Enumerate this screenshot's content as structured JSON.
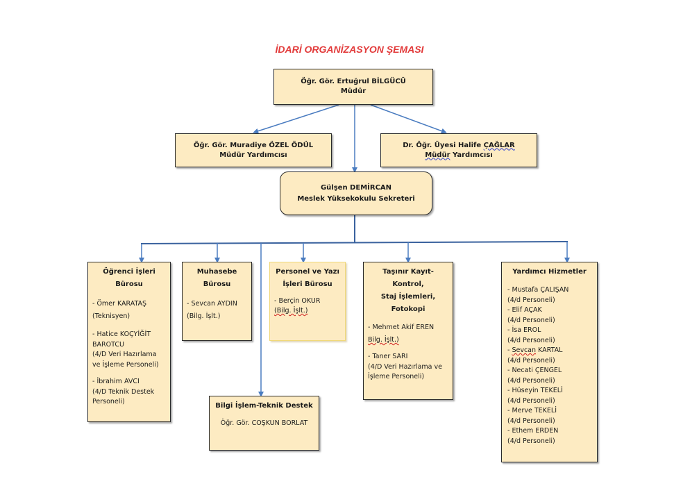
{
  "title": "İDARİ ORGANİZASYON ŞEMASI",
  "colors": {
    "title": "#e23a3a",
    "box_fill": "#fdebc2",
    "connector": "#4a7cc0"
  },
  "director": {
    "name": "Öğr. Gör. Ertuğrul BİLGÜCÜ",
    "role": "Müdür"
  },
  "deputies": [
    {
      "name": "Öğr. Gör. Muradiye ÖZEL ÖDÜL",
      "role": "Müdür Yardımcısı"
    },
    {
      "name_prefix": "Dr. Öğr. Üyesi Halife ",
      "name_surname": "ÇAĞLAR",
      "role_first": "Müdür",
      "role_rest": " Yardımcısı"
    }
  ],
  "secretary": {
    "name": "Gülşen DEMİRCAN",
    "role": "Meslek Yüksekokulu Sekreteri"
  },
  "departments": [
    {
      "title_line1": "Öğrenci İşleri",
      "title_line2": "Bürosu",
      "staff": [
        {
          "name": "- Ömer KARATAŞ",
          "detail": "(Teknisyen)"
        },
        {
          "name": "- Hatice KOÇYİĞİT BAROTCU",
          "detail": "(4/D Veri Hazırlama ve İşleme Personeli)"
        },
        {
          "name": "- İbrahim AVCI",
          "detail": "(4/D Teknik Destek Personeli)"
        }
      ]
    },
    {
      "title_line1": "Muhasebe",
      "title_line2": "Bürosu",
      "staff": [
        {
          "name": "- Sevcan AYDIN",
          "detail": "(Bilg. İşlt.)"
        }
      ]
    },
    {
      "title_line1": "Personel ve Yazı",
      "title_line2": "İşleri Bürosu",
      "staff": [
        {
          "name": "- Berçin OKUR",
          "detail": "(Bilg. İşlt.)"
        }
      ]
    },
    {
      "title_line1": "Taşınır Kayıt-Kontrol,",
      "title_line2": "Staj İşlemleri,",
      "title_line3": "Fotokopi",
      "staff": [
        {
          "name": "- Mehmet Akif EREN",
          "detail": "Bilg. İşlt.)"
        },
        {
          "name": "- Taner SARI",
          "detail": "(4/D Veri Hazırlama ve İşleme Personeli)"
        }
      ]
    },
    {
      "title_line1": "Yardımcı Hizmetler",
      "staff": [
        {
          "name": "- Mustafa ÇALIŞAN",
          "detail": "(4/d Personeli)"
        },
        {
          "name": "- Elif AÇAK",
          "detail": "(4/d Personeli)"
        },
        {
          "name": "- İsa EROL",
          "detail": "(4/d Personeli)"
        },
        {
          "name_prefix": "- ",
          "name_first": "Sevcan",
          "name_rest": " KARTAL",
          "detail": "(4/d Personeli)"
        },
        {
          "name": "- Necati ÇENGEL",
          "detail": "(4/d Personeli)"
        },
        {
          "name": "- Hüseyin TEKELİ",
          "detail": "(4/d Personeli)"
        },
        {
          "name": "- Merve TEKELİ",
          "detail": "(4/d Personeli)"
        },
        {
          "name": "- Ethem ERDEN",
          "detail": "(4/d Personeli)"
        }
      ]
    }
  ],
  "it_support": {
    "title": "Bilgi İşlem-Teknik Destek",
    "staff": "Öğr. Gör. COŞKUN BORLAT"
  }
}
